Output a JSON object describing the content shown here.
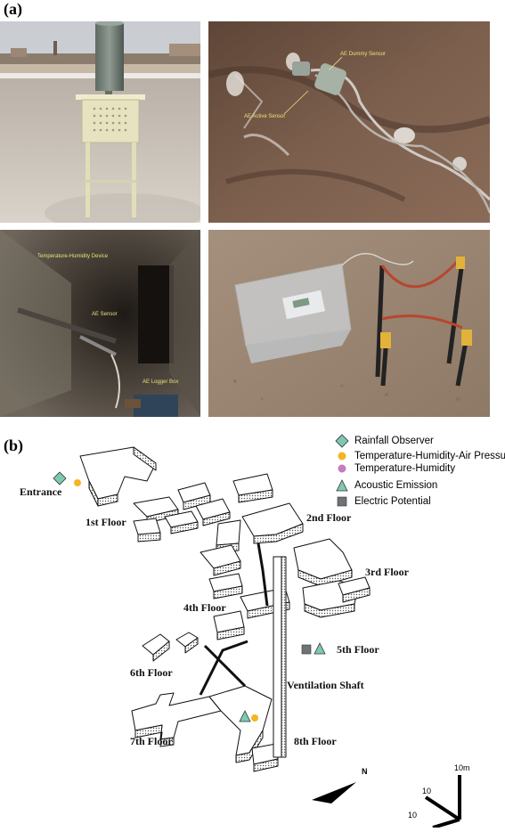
{
  "panels": {
    "a": "(a)",
    "b": "(b)"
  },
  "photos": {
    "top_right": {
      "label_dummy": "AE Dummy Sensor",
      "label_active": "AE Active Sensor"
    },
    "bottom_left": {
      "label_th": "Temperature-Humidity Device",
      "label_ae": "AE Sensor",
      "label_logger": "AE Logger Box"
    }
  },
  "legend": [
    {
      "label": "Rainfall Observer",
      "icon": "diamond",
      "color": "#7fc8b4"
    },
    {
      "label": "Temperature-Humidity-Air Pressure",
      "icon": "circle",
      "color": "#f2b523"
    },
    {
      "label": "Temperature-Humidity",
      "icon": "circle",
      "color": "#c77bc0"
    },
    {
      "label": "Acoustic Emission",
      "icon": "triangle",
      "color": "#7fc8b4"
    },
    {
      "label": "Electric Potential",
      "icon": "square",
      "color": "#6f7378"
    }
  ],
  "map": {
    "entrance": "Entrance",
    "floors": [
      "1st Floor",
      "2nd Floor",
      "3rd Floor",
      "4th Floor",
      "5th Floor",
      "6th Floor",
      "7th Floor",
      "8th Floor"
    ],
    "shaft": "Ventilation Shaft",
    "north": "N",
    "scale": {
      "z": "10m",
      "x": "10",
      "y": "10"
    }
  }
}
